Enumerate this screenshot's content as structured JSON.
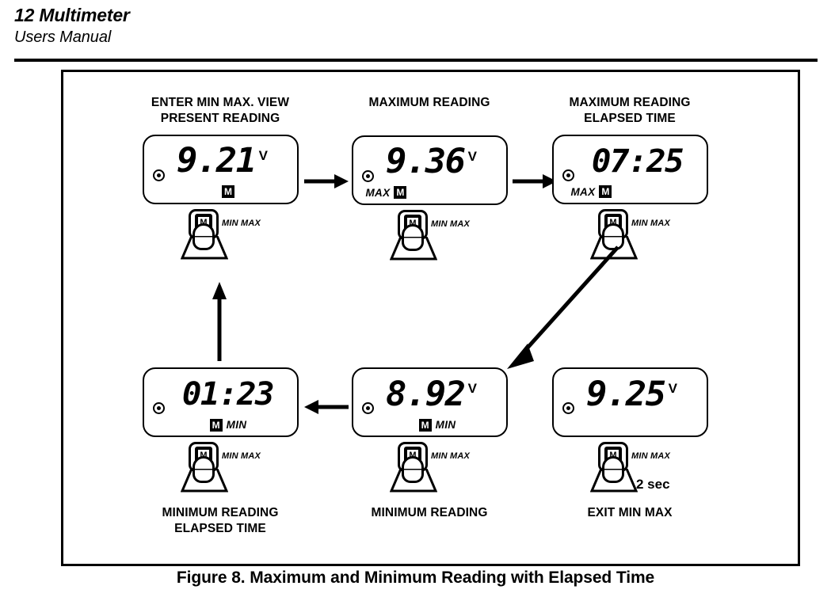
{
  "header": {
    "doc_title": "12 Multimeter",
    "doc_subtitle": "Users Manual"
  },
  "figure": {
    "caption": "Figure 8. Maximum and Minimum Reading with Elapsed Time",
    "button_label": "MIN MAX",
    "hold_label": "2 sec"
  },
  "panels": [
    {
      "id": "enter-min-max-present",
      "caption_line1": "ENTER MIN MAX. VIEW",
      "caption_line2": "PRESENT READING",
      "reading": "9.21",
      "unit": "V",
      "dc": true,
      "flag_max": "",
      "flag_min": "",
      "flag_m": "M",
      "flags_align": "center"
    },
    {
      "id": "maximum-reading",
      "caption_line1": "MAXIMUM READING",
      "caption_line2": "",
      "reading": "9.36",
      "unit": "V",
      "dc": true,
      "flag_max": "MAX",
      "flag_min": "",
      "flag_m": "M",
      "flags_align": "left"
    },
    {
      "id": "maximum-reading-elapsed",
      "caption_line1": "MAXIMUM READING",
      "caption_line2": "ELAPSED TIME",
      "reading": "07:25",
      "unit": "",
      "dc": false,
      "flag_max": "MAX",
      "flag_min": "",
      "flag_m": "M",
      "flags_align": "left"
    },
    {
      "id": "minimum-reading-elapsed",
      "caption_line1": "MINIMUM READING",
      "caption_line2": "ELAPSED TIME",
      "reading": "01:23",
      "unit": "",
      "dc": false,
      "flag_max": "",
      "flag_min": "MIN",
      "flag_m": "M",
      "flags_align": "center"
    },
    {
      "id": "minimum-reading",
      "caption_line1": "MINIMUM READING",
      "caption_line2": "",
      "reading": "8.92",
      "unit": "V",
      "dc": true,
      "flag_max": "",
      "flag_min": "MIN",
      "flag_m": "M",
      "flags_align": "center"
    },
    {
      "id": "exit-min-max",
      "caption_line1": "EXIT MIN MAX",
      "caption_line2": "",
      "reading": "9.25",
      "unit": "V",
      "dc": true,
      "flag_max": "",
      "flag_min": "",
      "flag_m": "",
      "flags_align": "center"
    }
  ],
  "icons": {
    "bullet": "filled-circle-indicator",
    "dc": "dc-voltage-symbol",
    "arrow_right": "arrow-right",
    "arrow_left": "arrow-left",
    "arrow_up": "arrow-up",
    "arrow_diagonal": "arrow-down-left"
  }
}
